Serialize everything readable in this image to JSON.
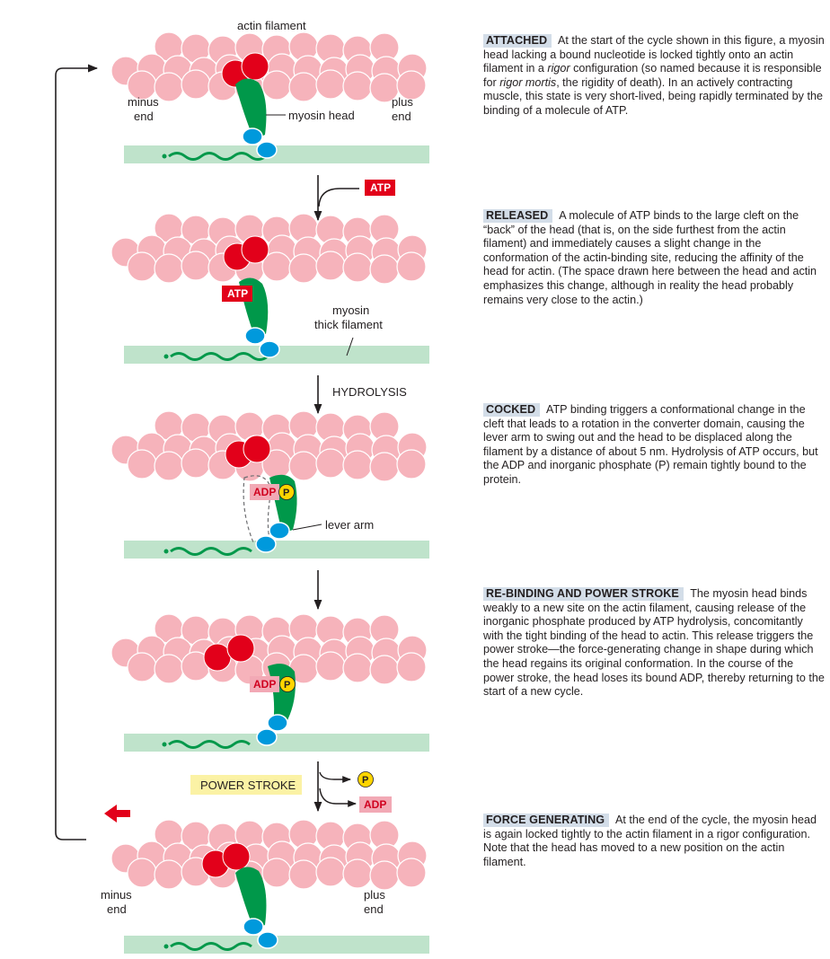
{
  "labels": {
    "actin_filament": "actin filament",
    "minus_end": [
      "minus",
      "end"
    ],
    "plus_end": [
      "plus",
      "end"
    ],
    "myosin_head": "myosin head",
    "myosin_thick_filament": [
      "myosin",
      "thick filament"
    ],
    "hydrolysis": "HYDROLYSIS",
    "lever_arm": "lever arm",
    "power_stroke": "POWER STROKE",
    "atp": "ATP",
    "adp": "ADP",
    "p": "P"
  },
  "steps": [
    {
      "title": "ATTACHED",
      "body": "At the start of the cycle shown in this figure, a myosin head lacking a bound nucleotide is locked tightly onto an actin filament in a <i>rigor</i> configuration (so named because it is responsible for <i>rigor mortis</i>, the rigidity of death). In an actively contracting muscle, this state is very short-lived, being rapidly terminated by the binding of a molecule of ATP."
    },
    {
      "title": "RELEASED",
      "body": "A molecule of ATP binds to the large cleft on the “back” of the head (that is, on the side furthest from the actin filament) and immediately causes a slight change in the conformation of the actin-binding site, reducing the affinity of the head for actin. (The space drawn here between the head and actin emphasizes this change, although in reality the head probably remains very close to the actin.)"
    },
    {
      "title": "COCKED",
      "body": "ATP binding triggers a conformational change in the cleft that leads to a rotation in the converter domain, causing the lever arm to swing out and the head to be displaced along the filament by a distance of about 5 nm. Hydrolysis of ATP occurs, but the ADP and inorganic phosphate (P) remain tightly bound to the protein."
    },
    {
      "title": "RE-BINDING AND POWER STROKE",
      "body": "The myosin head binds weakly to a new site on the actin filament, causing release of the inorganic phosphate produced by ATP hydrolysis, concomitantly with the tight binding of the head to actin. This release triggers the power stroke—the force-generating change in shape during which the head regains its original conformation. In the course of the power stroke, the head loses its bound ADP, thereby returning to the start of a new cycle."
    },
    {
      "title": "FORCE GENERATING",
      "body": "At the end of the cycle, the myosin head is again locked tightly to the actin filament in a rigor configuration. Note that the head has moved to a new position on the actin filament."
    }
  ],
  "colors": {
    "actin": "#f6b3bb",
    "actin_stroke": "#ffffff",
    "actin_binding": "#e2001a",
    "myosin": "#00984a",
    "myosin_neck": "#0099dc",
    "thick_filament": "#bfe3cb",
    "atp_tag": "#e2001a",
    "adp_tag": "#f2a9b5",
    "phosphate": "#ffd500",
    "power_stroke_tag": "#fbf2a5",
    "step_title_bg": "#d3dde8"
  }
}
